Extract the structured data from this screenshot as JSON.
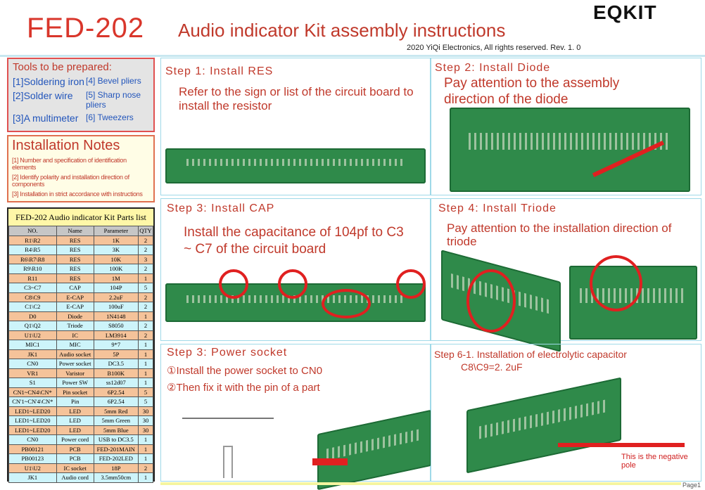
{
  "header": {
    "title": "FED-202",
    "subtitle": "Audio indicator Kit assembly instructions",
    "copyright": "2020 YiQi Electronics, All rights reserved.   Rev. 1. 0",
    "logo": "EQKIT"
  },
  "tools": {
    "title": "Tools to be prepared:",
    "items": [
      "[1]Soldering iron",
      "[4] Bevel pliers",
      "[2]Solder wire",
      "[5] Sharp nose pliers",
      "[3]A multimeter",
      "[6] Tweezers"
    ]
  },
  "notes": {
    "title": "Installation Notes",
    "items": [
      "[1] Number and specification of identification elements",
      "[2] Identify polarity and installation direction of components",
      "[3] Installation in strict accordance with instructions"
    ]
  },
  "parts": {
    "title": "FED-202 Audio indicator Kit Parts list",
    "headers": [
      "NO.",
      "Name",
      "Parameter",
      "QTY"
    ],
    "rows": [
      [
        "R1\\R2",
        "RES",
        "1K",
        "2"
      ],
      [
        "R4\\R5",
        "RES",
        "3K",
        "2"
      ],
      [
        "R6\\R7\\R8",
        "RES",
        "10K",
        "3"
      ],
      [
        "R9\\R10",
        "RES",
        "100K",
        "2"
      ],
      [
        "R11",
        "RES",
        "1M",
        "1"
      ],
      [
        "C3~C7",
        "CAP",
        "104P",
        "5"
      ],
      [
        "C8\\C9",
        "E-CAP",
        "2.2uF",
        "2"
      ],
      [
        "C1\\C2",
        "E-CAP",
        "100uF",
        "2"
      ],
      [
        "D0",
        "Diode",
        "1N4148",
        "1"
      ],
      [
        "Q1\\Q2",
        "Triode",
        "S8050",
        "2"
      ],
      [
        "U1\\U2",
        "IC",
        "LM3914",
        "2"
      ],
      [
        "MIC1",
        "MIC",
        "9*7",
        "1"
      ],
      [
        "JK1",
        "Audio socket",
        "5P",
        "1"
      ],
      [
        "CN0",
        "Power socket",
        "DC3.5",
        "1"
      ],
      [
        "VR1",
        "Varistor",
        "B100K",
        "1"
      ],
      [
        "S1",
        "Power SW",
        "ss12d07",
        "1"
      ],
      [
        "CN1~CN4\\CN*",
        "Pin socket",
        "6P2.54",
        "5"
      ],
      [
        "CN'1~CN'4\\CN*",
        "Pin",
        "6P2.54",
        "5"
      ],
      [
        "LED1~LED20",
        "LED",
        "5mm Red",
        "30"
      ],
      [
        "LED1~LED20",
        "LED",
        "5mm Green",
        "30"
      ],
      [
        "LED1~LED20",
        "LED",
        "5mm Blue",
        "30"
      ],
      [
        "CN0",
        "Power cord",
        "USB to DC3.5",
        "1"
      ],
      [
        "PB00121",
        "PCB",
        "FED-201MAIN",
        "1"
      ],
      [
        "PB00123",
        "PCB",
        "FED-202LED",
        "1"
      ],
      [
        "U1\\U2",
        "IC socket",
        "18P",
        "2"
      ],
      [
        "JK1",
        "Audio cord",
        "3.5mm50cm",
        "1"
      ]
    ]
  },
  "steps": [
    {
      "title": "Step 1: Install RES",
      "text": "Refer to the sign or list of the circuit board to install the resistor"
    },
    {
      "title": "Step  2: Install Diode",
      "text": "Pay attention to the assembly direction of the diode"
    },
    {
      "title": "Step 3: Install  CAP",
      "text": "Install the capacitance of 104pf to C3 ~ C7 of the circuit board"
    },
    {
      "title": "Step 4: Install Triode",
      "text": "Pay attention to the installation direction of triode"
    },
    {
      "title": "Step 3: Power socket",
      "text": "①Install the power socket  to CN0",
      "text2": "②Then fix it with the pin of a part"
    },
    {
      "title": "Step 6-1. Installation of electrolytic capacitor",
      "text": "C8\\C9=2. 2uF",
      "annotation": "This is the negative pole"
    }
  ],
  "page": "Page1"
}
